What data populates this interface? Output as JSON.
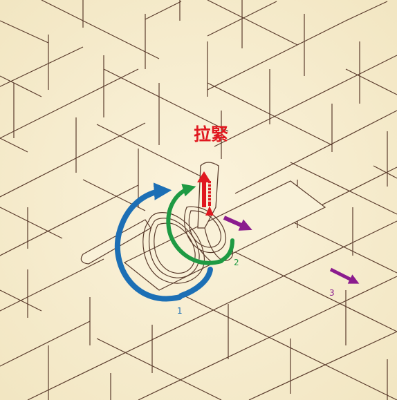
{
  "labels": {
    "tighten": "拉緊",
    "step1": "1",
    "step2": "2",
    "step3": "3"
  },
  "colors": {
    "background": "#f6edcf",
    "strip_line": "#5a3b2c",
    "strip_fill": "#f9f1d8",
    "arrow_blue": "#1c6fb5",
    "arrow_green": "#1e9a43",
    "arrow_red": "#e0181f",
    "arrow_purple": "#8b1b8e"
  }
}
